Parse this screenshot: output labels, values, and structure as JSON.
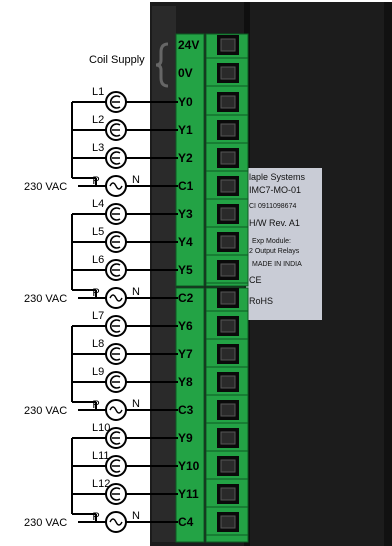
{
  "coil_supply": {
    "label": "Coil Supply",
    "terminals": [
      "24V",
      "0V"
    ]
  },
  "groups": [
    {
      "supply_label": "230 VAC",
      "hot": "P",
      "neutral": "N",
      "common": "C1",
      "outputs": [
        {
          "load": "L1",
          "terminal": "Y0"
        },
        {
          "load": "L2",
          "terminal": "Y1"
        },
        {
          "load": "L3",
          "terminal": "Y2"
        }
      ]
    },
    {
      "supply_label": "230 VAC",
      "hot": "P",
      "neutral": "N",
      "common": "C2",
      "outputs": [
        {
          "load": "L4",
          "terminal": "Y3"
        },
        {
          "load": "L5",
          "terminal": "Y4"
        },
        {
          "load": "L6",
          "terminal": "Y5"
        }
      ]
    },
    {
      "supply_label": "230 VAC",
      "hot": "P",
      "neutral": "N",
      "common": "C3",
      "outputs": [
        {
          "load": "L7",
          "terminal": "Y6"
        },
        {
          "load": "L8",
          "terminal": "Y7"
        },
        {
          "load": "L9",
          "terminal": "Y8"
        }
      ]
    },
    {
      "supply_label": "230 VAC",
      "hot": "P",
      "neutral": "N",
      "common": "C4",
      "outputs": [
        {
          "load": "L10",
          "terminal": "Y9"
        },
        {
          "load": "L11",
          "terminal": "Y10"
        },
        {
          "load": "L12",
          "terminal": "Y11"
        }
      ]
    }
  ],
  "product_label": {
    "lines": [
      "laple Systems",
      "IMC7-MO-01",
      "CI 0911098674",
      "H/W Rev. A1",
      "Exp Module:",
      "2 Output Relays",
      "MADE IN INDIA"
    ],
    "marks": [
      "CE",
      "RoHS"
    ]
  },
  "colors": {
    "terminal_green": "#23a345",
    "housing": "#1c1c1c",
    "wire": "#000000",
    "screw": "#0a0a0a"
  },
  "icons": {
    "load": "coil-load-icon",
    "supply": "ac-source-icon"
  }
}
